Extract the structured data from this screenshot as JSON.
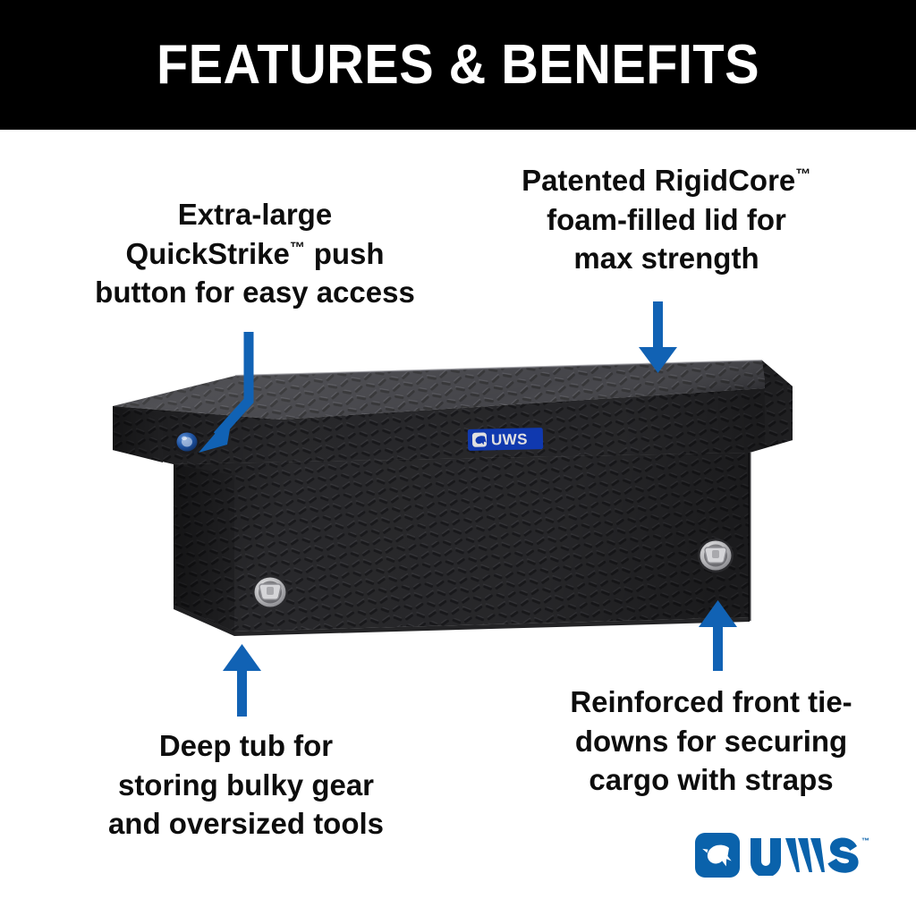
{
  "header": {
    "title": "FEATURES & BENEFITS",
    "band_color": "#000000",
    "text_color": "#ffffff"
  },
  "theme": {
    "background": "#ffffff",
    "arrow_blue": "#1162b4",
    "brand_blue": "#0a62ab",
    "badge_blue": "#1341c8",
    "text_black": "#0d0d0d",
    "box_black": "#2a2a2c"
  },
  "callouts": [
    {
      "id": "quickstrike",
      "name": "callout-quickstrike",
      "line1": "Extra-large",
      "line2_pre": "QuickStrike",
      "line2_tm": "™",
      "line2_post": " push",
      "line3": "button for easy access",
      "full_text": "Extra-large QuickStrike™ push button for easy access",
      "points_to": "push-button-lock",
      "arrow": "bent-down-left"
    },
    {
      "id": "rigidcore",
      "name": "callout-rigidcore",
      "line1_pre": "Patented RigidCore",
      "line1_tm": "™",
      "line2": "foam-filled lid for",
      "line3": "max strength",
      "full_text": "Patented RigidCore™ foam-filled lid for max strength",
      "points_to": "toolbox-lid",
      "arrow": "straight-down"
    },
    {
      "id": "deeptub",
      "name": "callout-deeptub",
      "line1": "Deep tub for",
      "line2": "storing bulky gear",
      "line3": "and oversized tools",
      "full_text": "Deep tub for storing bulky gear and oversized tools",
      "points_to": "toolbox-tub",
      "arrow": "straight-up"
    },
    {
      "id": "tiedowns",
      "name": "callout-tiedowns",
      "line1": "Reinforced front tie-",
      "line2": "downs for securing",
      "line3": "cargo with straps",
      "full_text": "Reinforced front tie-downs for securing cargo with straps",
      "points_to": "tie-down-ring-right",
      "arrow": "straight-up"
    }
  ],
  "product": {
    "name": "crossover-truck-toolbox",
    "finish": "matte black diamond plate",
    "lid_badge": {
      "text": "UWS",
      "icon": "marlin-fish-icon",
      "plate_color": "#1341c8"
    },
    "features": [
      {
        "name": "push-button-lock",
        "label": "QuickStrike push button"
      },
      {
        "name": "tie-down-ring-left",
        "label": "front tie-down ring"
      },
      {
        "name": "tie-down-ring-right",
        "label": "front tie-down ring"
      },
      {
        "name": "toolbox-lid",
        "label": "RigidCore foam-filled lid"
      },
      {
        "name": "toolbox-tub",
        "label": "deep tub"
      }
    ]
  },
  "footer_logo": {
    "wordmark": "UWS",
    "trademark": "™",
    "icon": "marlin-fish-icon",
    "color": "#0a62ab"
  }
}
